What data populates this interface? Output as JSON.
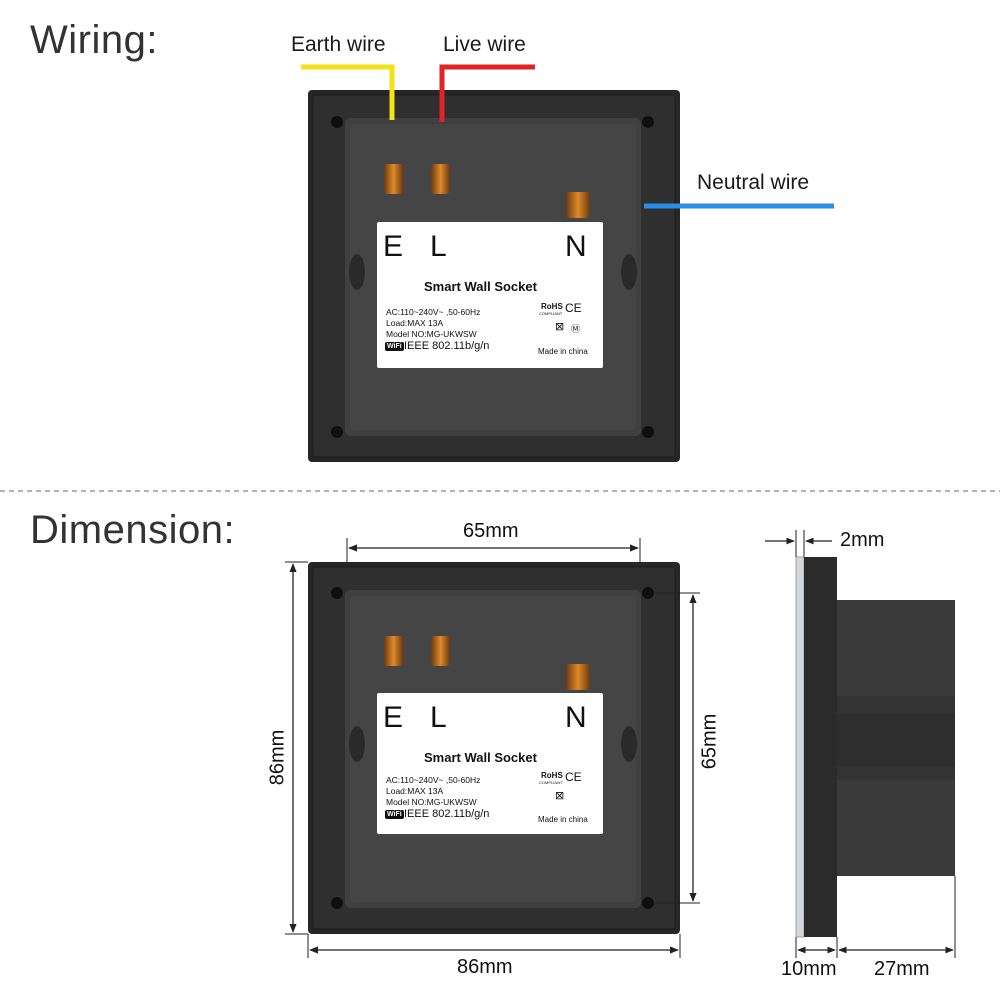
{
  "headings": {
    "wiring": "Wiring:",
    "dimension": "Dimension:"
  },
  "wires": {
    "earth": "Earth wire",
    "live": "Live wire",
    "neutral": "Neutral wire"
  },
  "colors": {
    "earth_wire": "#f2e21a",
    "live_wire": "#e02323",
    "neutral_wire": "#2a8ee8",
    "plate": "#262626",
    "body": "#3a3a3a"
  },
  "product_label": {
    "letter_e": "E",
    "letter_l": "L",
    "letter_n": "N",
    "title": "Smart  Wall Socket",
    "spec_ac": "AC:110~240V~ ,50-60Hz",
    "spec_load": "Load:MAX 13A",
    "spec_model": "Model NO:MG-UKWSW",
    "wifi_badge": "WiFi",
    "ieee": "IEEE 802.11b/g/n",
    "rohs": "RoHS",
    "compliant": "COMPLIANT",
    "ce": "CE",
    "made_in": "Made in china"
  },
  "dimensions": {
    "top_width": "65mm",
    "plate_height": "86mm",
    "inner_height": "65mm",
    "plate_width": "86mm",
    "glass": "2mm",
    "front_depth": "10mm",
    "back_depth": "27mm"
  }
}
